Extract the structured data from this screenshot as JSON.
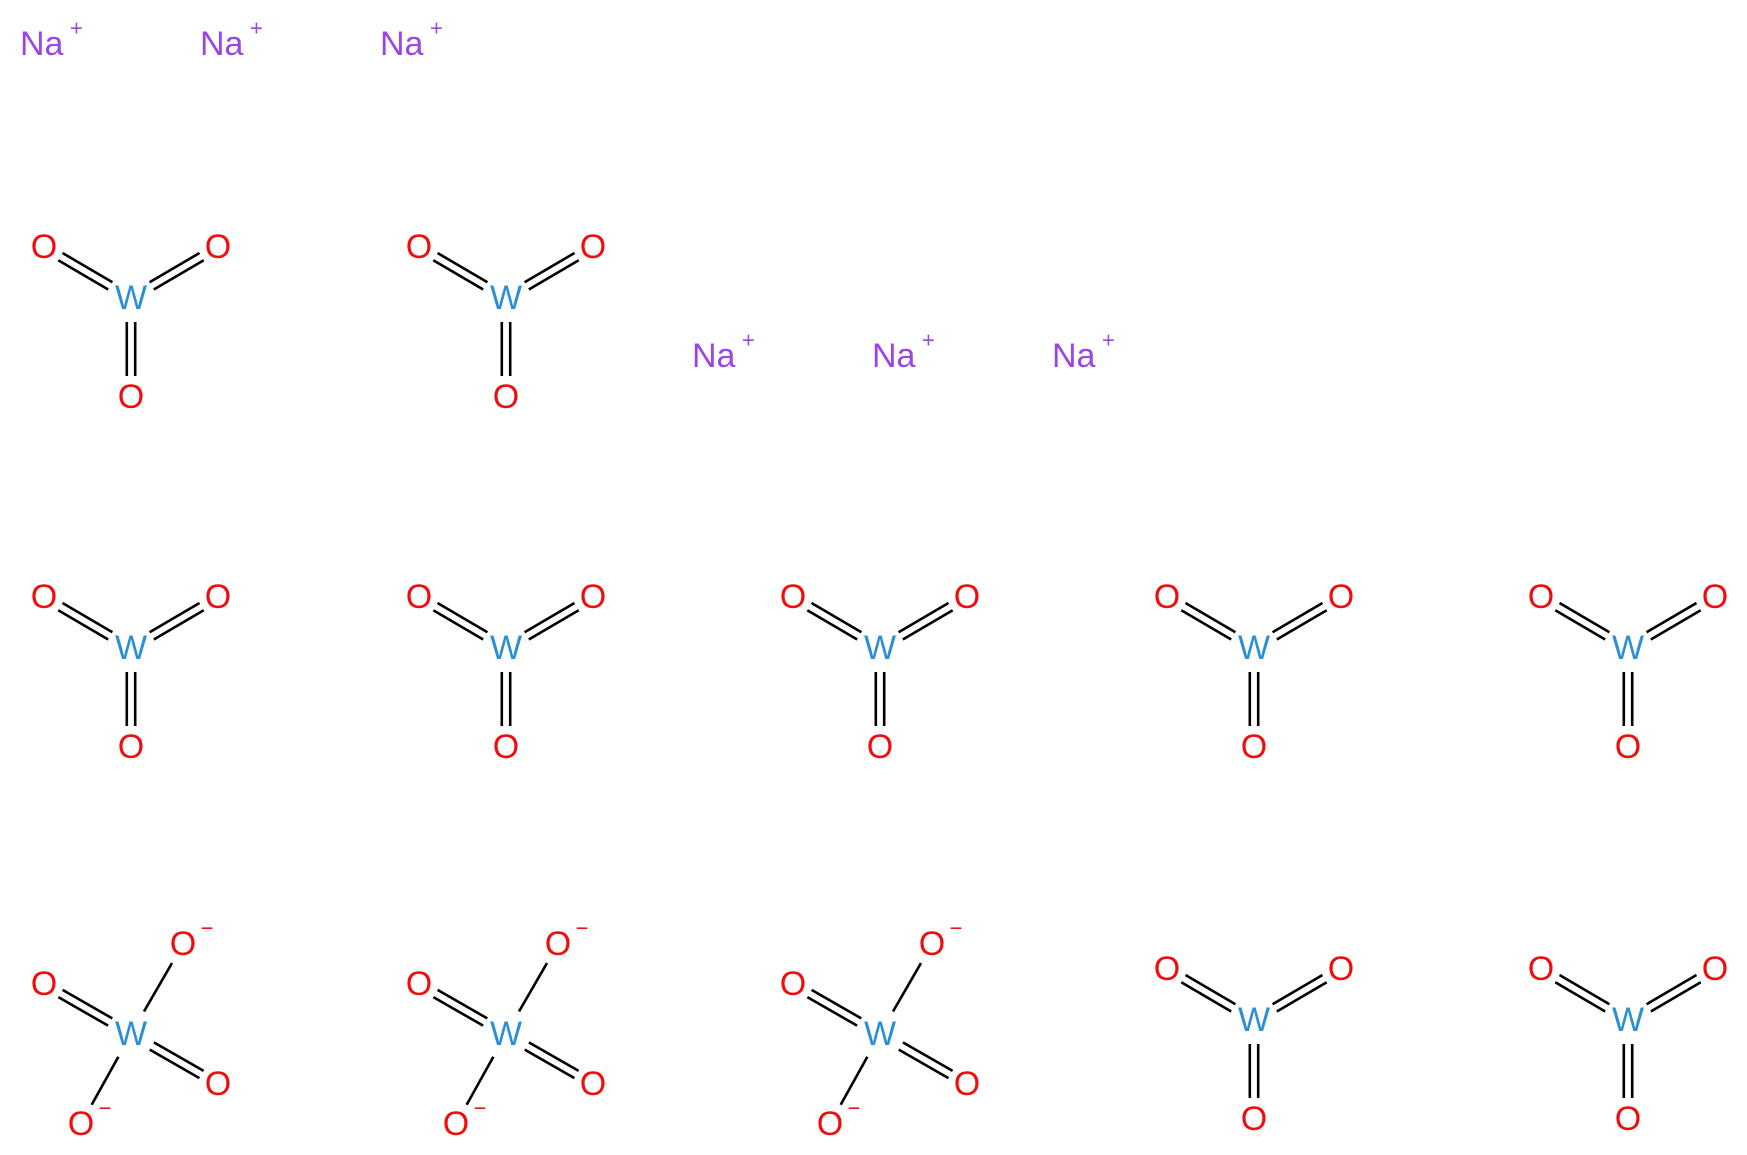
{
  "colors": {
    "oxygen": "#f00d0d",
    "tungsten": "#2b8fd6",
    "sodium": "#9b45e6",
    "bond": "#000000",
    "background": "#ffffff"
  },
  "sodium_ions": [
    {
      "symbol": "Na",
      "charge": "+"
    },
    {
      "symbol": "Na",
      "charge": "+"
    },
    {
      "symbol": "Na",
      "charge": "+"
    },
    {
      "symbol": "Na",
      "charge": "+"
    },
    {
      "symbol": "Na",
      "charge": "+"
    },
    {
      "symbol": "Na",
      "charge": "+"
    }
  ],
  "tungsten_oxide_units": [
    {
      "type": "WO3",
      "metal": "W",
      "oxygens": [
        "O",
        "O",
        "O"
      ]
    },
    {
      "type": "WO3",
      "metal": "W",
      "oxygens": [
        "O",
        "O",
        "O"
      ]
    },
    {
      "type": "WO3",
      "metal": "W",
      "oxygens": [
        "O",
        "O",
        "O"
      ]
    },
    {
      "type": "WO3",
      "metal": "W",
      "oxygens": [
        "O",
        "O",
        "O"
      ]
    },
    {
      "type": "WO3",
      "metal": "W",
      "oxygens": [
        "O",
        "O",
        "O"
      ]
    },
    {
      "type": "WO3",
      "metal": "W",
      "oxygens": [
        "O",
        "O",
        "O"
      ]
    },
    {
      "type": "WO3",
      "metal": "W",
      "oxygens": [
        "O",
        "O",
        "O"
      ]
    },
    {
      "type": "WO4",
      "metal": "W",
      "oxygens": [
        "O",
        "O"
      ],
      "charged_oxygens": [
        {
          "symbol": "O",
          "charge": "−"
        },
        {
          "symbol": "O",
          "charge": "−"
        }
      ]
    },
    {
      "type": "WO4",
      "metal": "W",
      "oxygens": [
        "O",
        "O"
      ],
      "charged_oxygens": [
        {
          "symbol": "O",
          "charge": "−"
        },
        {
          "symbol": "O",
          "charge": "−"
        }
      ]
    },
    {
      "type": "WO4",
      "metal": "W",
      "oxygens": [
        "O",
        "O"
      ],
      "charged_oxygens": [
        {
          "symbol": "O",
          "charge": "−"
        },
        {
          "symbol": "O",
          "charge": "−"
        }
      ]
    },
    {
      "type": "WO3",
      "metal": "W",
      "oxygens": [
        "O",
        "O",
        "O"
      ]
    },
    {
      "type": "WO3",
      "metal": "W",
      "oxygens": [
        "O",
        "O",
        "O"
      ]
    }
  ]
}
